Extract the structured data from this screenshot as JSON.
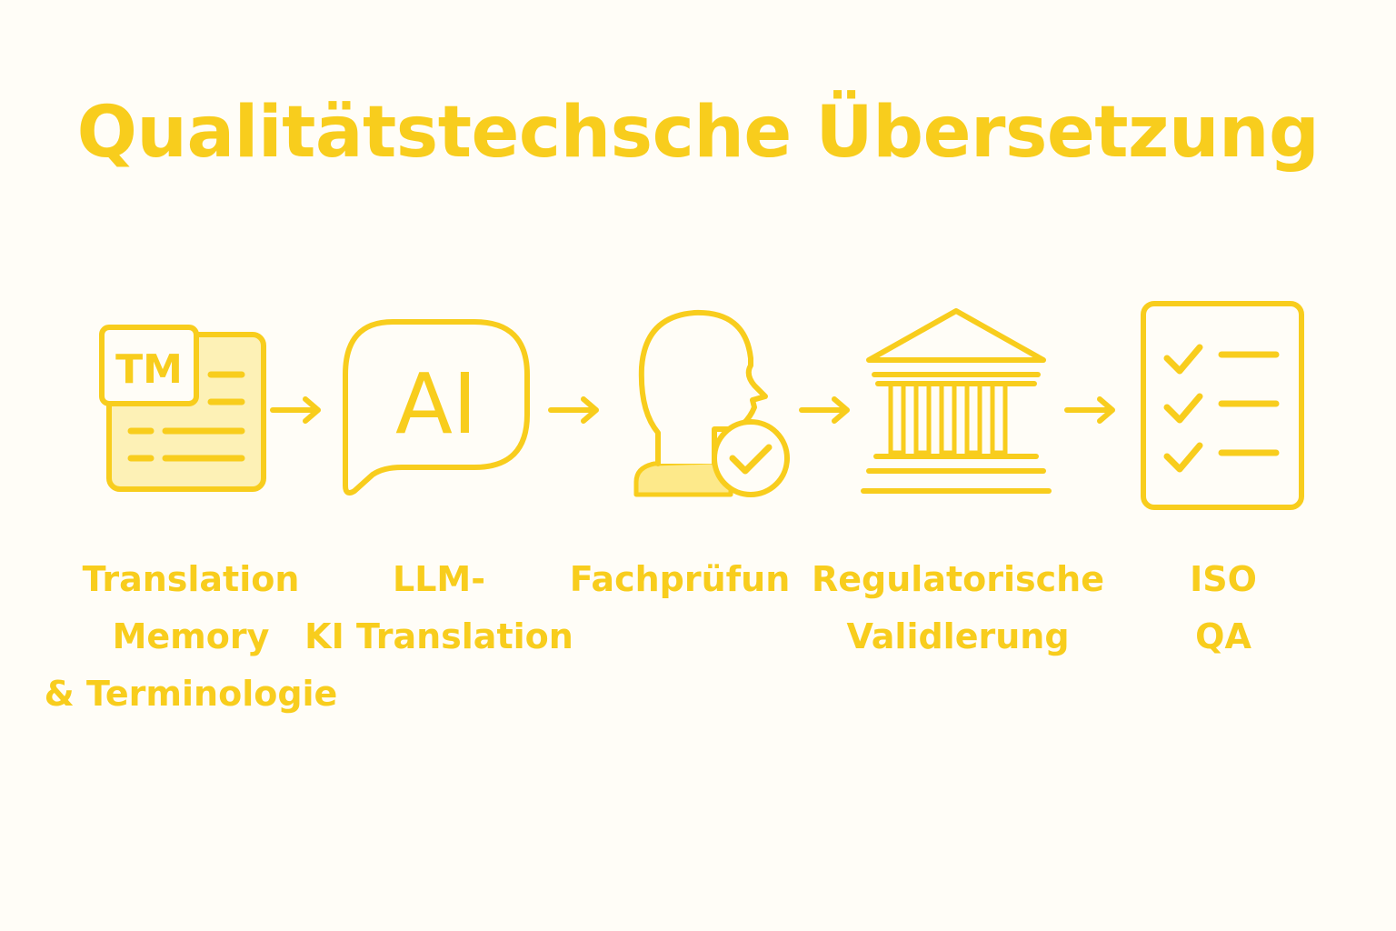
{
  "title": "Qualitätstechsche Übersetzung",
  "colors": {
    "accent": "#f8cd1d",
    "fill_light": "#fdf1b6",
    "background": "#fffdf7"
  },
  "steps": [
    {
      "icon": "translation-memory-icon",
      "icon_text": "TM",
      "label_lines": [
        "Translation",
        "Memory",
        "& Terminologie"
      ]
    },
    {
      "icon": "ai-chat-bubble-icon",
      "icon_text": "AI",
      "label_lines": [
        "LLM-",
        "KI Translation"
      ]
    },
    {
      "icon": "expert-check-icon",
      "label_lines": [
        "Fachprüfun"
      ]
    },
    {
      "icon": "regulatory-building-icon",
      "label_lines": [
        "Regulatorische",
        "Validlerung"
      ]
    },
    {
      "icon": "iso-checklist-icon",
      "label_lines": [
        "ISO",
        "QA"
      ]
    }
  ],
  "connector": "right-arrow-icon"
}
